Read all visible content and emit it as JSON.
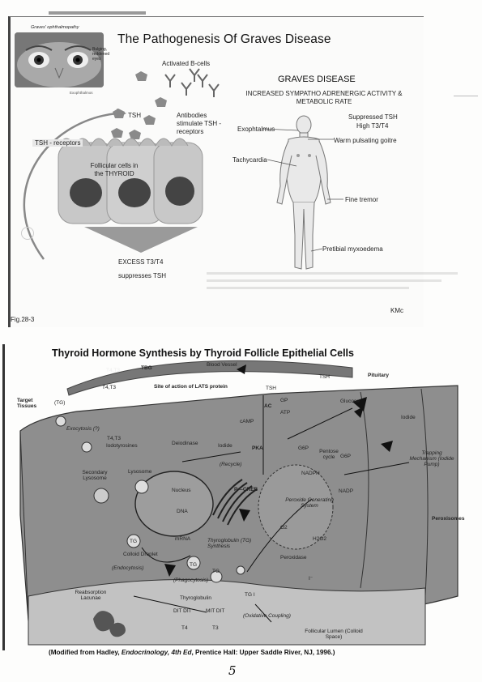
{
  "slide": {
    "inset_caption": "Graves' ophthalmopathy",
    "inset_note": "Bulging, reddened eyes",
    "inset_sub": "Exophthalmos",
    "title": "The Pathogenesis Of Graves Disease",
    "activated_b_cells": "Activated B-cells",
    "antibodies_note": "Antibodies stimulate TSH - receptors",
    "tsh": "TSH",
    "tsh_receptors": "TSH - receptors",
    "follicular": "Follicular cells in the THYROID",
    "excess": "EXCESS T3/T4",
    "suppresses": "suppresses TSH",
    "graves_heading": "GRAVES DISEASE",
    "increased": "INCREASED SYMPATHO ADRENERGIC ACTIVITY & METABOLIC RATE",
    "suppressed_tsh": "Suppressed TSH",
    "high_t3t4": "High T3/T4",
    "exophtalmus": "Exophtalmus",
    "warm_goitre": "Warm pulsating goitre",
    "tachycardia": "Tachycardia",
    "fine_tremor": "Fine tremor",
    "pretibial": "Pretibial myxoedema",
    "fig": "Fig.28-3",
    "kmc": "KMc"
  },
  "diagram": {
    "title": "Thyroid Hormone Synthesis by Thyroid Follicle Epithelial Cells",
    "blood_vessel": "Blood Vessel",
    "tbg": "TBG",
    "t4t3_a": "T4,T3",
    "t4t3_b": "T4,T3",
    "tsh": "TSH",
    "tsh2": "TSH",
    "pituitary": "Pituitary",
    "lats": "Site of action of LATS protein",
    "target_tissues": "Target Tissues",
    "tg": "(TG)",
    "gp": "GP",
    "ac": "AC",
    "atp": "ATP",
    "camp": "cAMP",
    "glucose": "Glucose",
    "iodide": "Iodide",
    "exocytosis": "Exocytosis (?)",
    "t4t3_c": "T4,T3",
    "iodotyrosines": "Iodotyrosines",
    "deiodinase": "Deiodinase",
    "iodide2": "Iodide",
    "pka": "PKA",
    "recycle": "(Recycle)",
    "g6p": "G6P",
    "pentose": "Pentose cycle",
    "g6p2": "G6P",
    "trapping": "Trapping Mechanism (Iodide Pump)",
    "nadph": "NADPH",
    "nadp": "NADP",
    "secondary_lysosome": "Secondary Lysosome",
    "lysosome": "Lysosome",
    "nucleus": "Nucleus",
    "p_creb": "P—CREB",
    "dna": "DNA",
    "peroxide": "Peroxide Generating System",
    "o2": "O2",
    "h2o2": "H2O2",
    "peroxisomes": "Peroxisomes",
    "mrna": "mRNA",
    "thyroglobulin_synth": "Thyroglobulin (TG) Synthesis",
    "peroxidase": "Peroxidase",
    "tg2": "TG",
    "colloid_droplet": "Colloid Droplet",
    "endocytosis": "(Endocytosis)",
    "phagocytosis": "(Phagocytosis)",
    "tg3": "TG",
    "tg4": "TG",
    "tgi": "TG I",
    "i_minus": "I⁻",
    "reabsorption": "Reabsorption Lacunae",
    "thyroglobulin": "Thyroglobulin",
    "dit_dit": "DIT DIT",
    "mit_dit": "MIT DIT",
    "t4": "T4",
    "t3": "T3",
    "oxidative": "(Oxidative Coupling)",
    "follicular_lumen": "Follicular Lumen (Colloid Space)"
  },
  "credit": {
    "prefix": "(Modified from Hadley, ",
    "book": "Endocrinology, 4th Ed",
    "suffix": ", Prentice Hall: Upper Saddle River, NJ, 1996.)"
  },
  "page_number": "5"
}
